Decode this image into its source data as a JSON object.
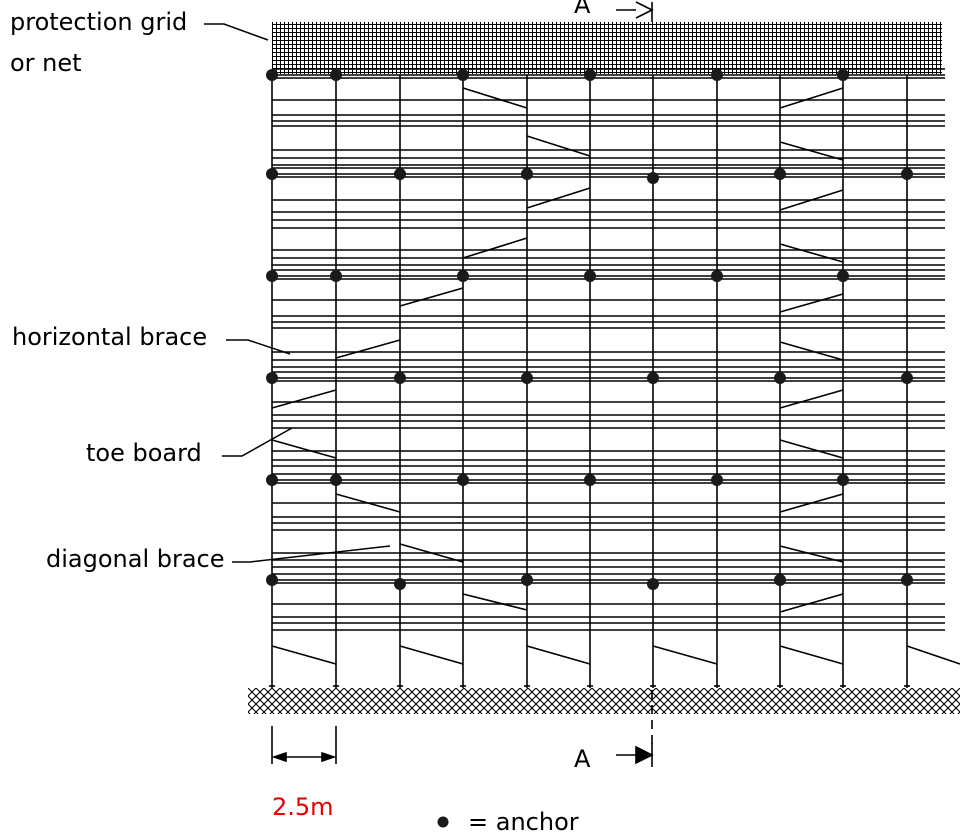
{
  "labels": {
    "protection_line1": "protection grid",
    "protection_line2": "or net",
    "horizontal_brace": "horizontal brace",
    "toe_board": "toe board",
    "diagonal_brace": "diagonal brace",
    "section_top": "A",
    "section_bottom": "A",
    "dimension": "2.5m",
    "legend": "= anchor"
  },
  "colors": {
    "line": "#000000",
    "dimension_text": "#e60000",
    "background": "#ffffff"
  }
}
